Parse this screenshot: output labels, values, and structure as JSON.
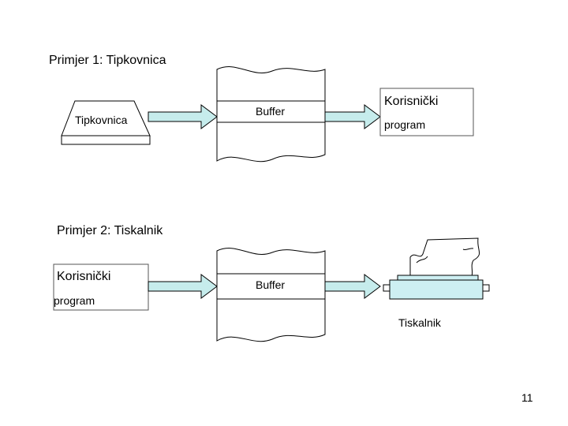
{
  "example1": {
    "title": "Primjer 1: Tipkovnica",
    "keyboard_label": "Tipkovnica",
    "buffer_label": "Buffer",
    "program_label_line1": "Korisnički",
    "program_label_line2": "program"
  },
  "example2": {
    "title": "Primjer 2: Tiskalnik",
    "program_label_line1": "Korisnički",
    "program_label_line2": "program",
    "buffer_label": "Buffer",
    "printer_label": "Tiskalnik"
  },
  "page_number": "11",
  "colors": {
    "arrow_fill": "#c6ecec",
    "printer_fill": "#cdeff2",
    "stroke": "#000000",
    "box_stroke": "#555555"
  }
}
